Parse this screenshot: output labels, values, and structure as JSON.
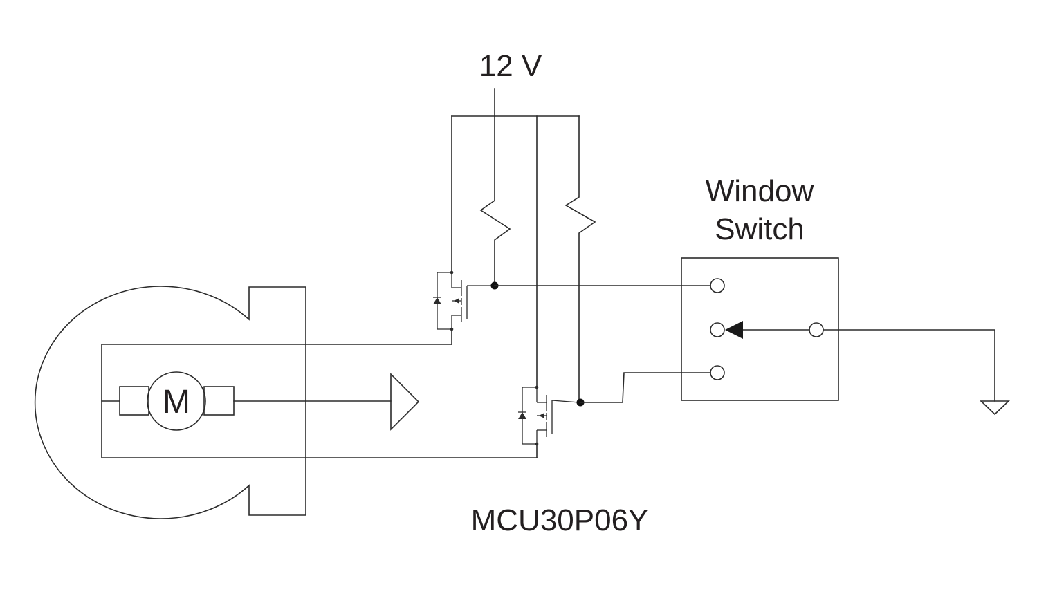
{
  "supply": {
    "label": "12 V"
  },
  "window_switch": {
    "title_line1": "Window",
    "title_line2": "Switch"
  },
  "motor": {
    "label": "M"
  },
  "part_number": {
    "label": "MCU30P06Y"
  },
  "colors": {
    "line": "#2b2b2b",
    "text": "#231f20",
    "background": "#ffffff"
  }
}
